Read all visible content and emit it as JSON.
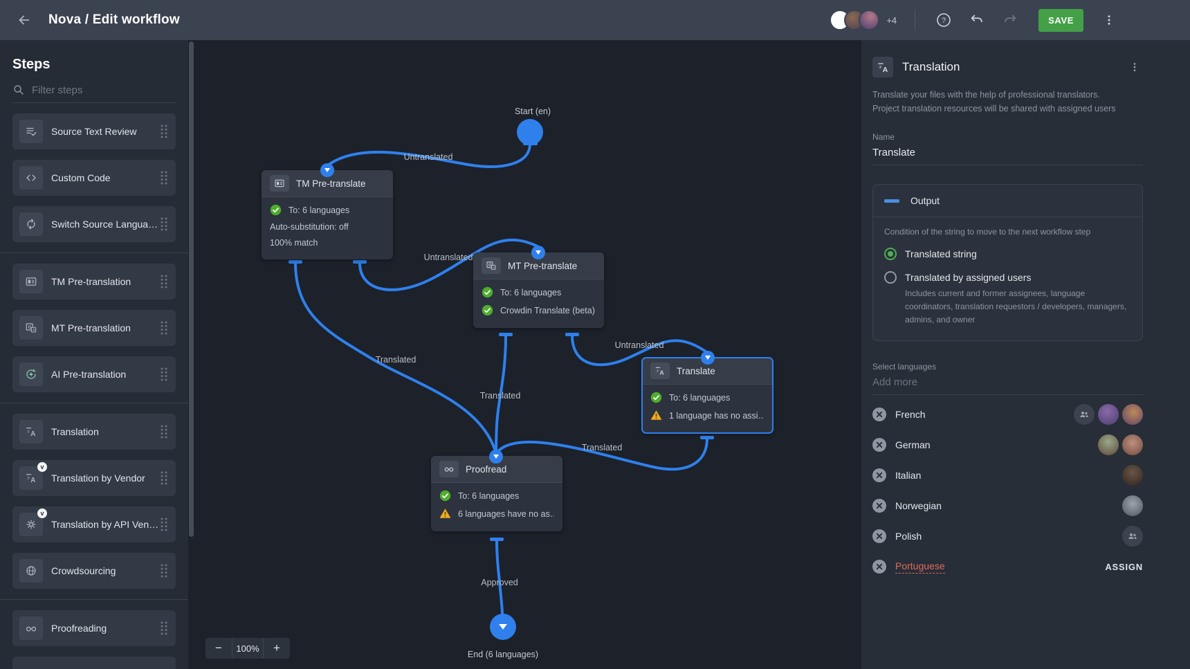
{
  "topbar": {
    "title": "Nova / Edit workflow",
    "overflow_count": "+4",
    "save_label": "SAVE"
  },
  "sidebar": {
    "heading": "Steps",
    "filter_placeholder": "Filter steps",
    "items": [
      {
        "label": "Source Text Review",
        "icon": "list-check-icon"
      },
      {
        "label": "Custom Code",
        "icon": "code-icon"
      },
      {
        "label": "Switch Source Langua…",
        "icon": "switch-arrows-icon"
      },
      {
        "label": "TM Pre-translation",
        "icon": "tm-card-icon"
      },
      {
        "label": "MT Pre-translation",
        "icon": "machine-translate-icon"
      },
      {
        "label": "AI Pre-translation",
        "icon": "ai-sparkle-icon"
      },
      {
        "label": "Translation",
        "icon": "translate-icon"
      },
      {
        "label": "Translation by Vendor",
        "icon": "translate-icon",
        "badge": "v"
      },
      {
        "label": "Translation by API Ven…",
        "icon": "gear-icon",
        "badge": "v"
      },
      {
        "label": "Crowdsourcing",
        "icon": "globe-icon"
      },
      {
        "label": "Proofreading",
        "icon": "glasses-icon"
      }
    ]
  },
  "canvas": {
    "start_label": "Start (en)",
    "end_label": "End (6 languages)",
    "zoom_out": "−",
    "zoom_level": "100%",
    "zoom_in": "+",
    "edge_labels": [
      "Untranslated",
      "Untranslated",
      "Untranslated",
      "Translated",
      "Translated",
      "Translated",
      "Approved"
    ],
    "nodes": {
      "tm": {
        "title": "TM Pre-translate",
        "rows": [
          {
            "icon": "check",
            "text": "To: 6 languages"
          },
          {
            "icon": "none",
            "text": "Auto-substitution: off"
          },
          {
            "icon": "none",
            "text": "100% match"
          }
        ]
      },
      "mt": {
        "title": "MT Pre-translate",
        "rows": [
          {
            "icon": "check",
            "text": "To: 6 languages"
          },
          {
            "icon": "check",
            "text": "Crowdin Translate (beta)"
          }
        ]
      },
      "translate": {
        "title": "Translate",
        "selected": true,
        "rows": [
          {
            "icon": "check",
            "text": "To: 6 languages"
          },
          {
            "icon": "warning",
            "text": "1 language has no assi…"
          }
        ]
      },
      "proofread": {
        "title": "Proofread",
        "rows": [
          {
            "icon": "check",
            "text": "To: 6 languages"
          },
          {
            "icon": "warning",
            "text": "6 languages have no as…"
          }
        ]
      }
    }
  },
  "panel": {
    "title": "Translation",
    "description_line1": "Translate your files with the help of professional translators.",
    "description_line2": "Project translation resources will be shared with assigned users",
    "name_label": "Name",
    "name_value": "Translate",
    "output": {
      "title": "Output",
      "condition": "Condition of the string to move to the next workflow step",
      "options": [
        {
          "label": "Translated string",
          "selected": true
        },
        {
          "label": "Translated by assigned users",
          "selected": false,
          "description": "Includes current and former assignees, language coordinators, translation requestors / developers, managers, admins, and owner"
        }
      ]
    },
    "select_languages_label": "Select languages",
    "add_more_placeholder": "Add more",
    "assign_label": "ASSIGN",
    "languages": [
      {
        "name": "French",
        "avatars": [
          "team",
          "user",
          "user"
        ]
      },
      {
        "name": "German",
        "avatars": [
          "user",
          "user"
        ]
      },
      {
        "name": "Italian",
        "avatars": [
          "user"
        ]
      },
      {
        "name": "Norwegian",
        "avatars": [
          "user"
        ]
      },
      {
        "name": "Polish",
        "avatars": [
          "team"
        ]
      },
      {
        "name": "Portuguese",
        "avatars": [],
        "error": true
      }
    ]
  },
  "colors": {
    "accent_blue": "#2f80ed",
    "success_green": "#4fae2d",
    "warning_yellow": "#f0ad1e",
    "save_green": "#43a047",
    "error_red": "#e06a5a"
  }
}
